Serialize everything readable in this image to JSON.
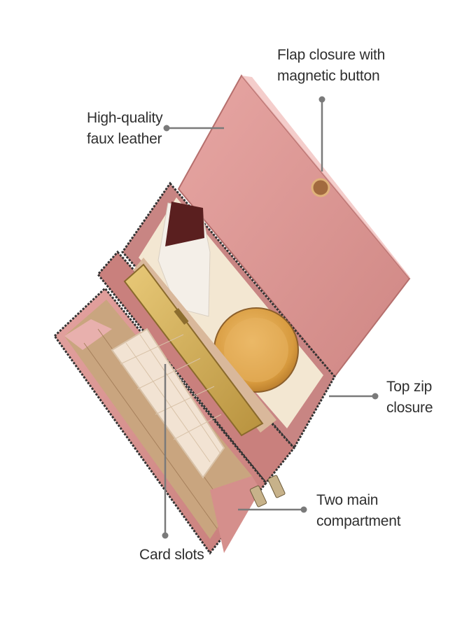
{
  "callouts": {
    "flap": {
      "line1": "Flap closure with",
      "line2": "magnetic button"
    },
    "faux_leather": {
      "line1": "High-quality",
      "line2": "faux leather"
    },
    "top_zip": {
      "line1": "Top zip",
      "line2": "closure"
    },
    "two_main": {
      "line1": "Two main",
      "line2": "compartment"
    },
    "card_slots": {
      "line1": "Card slots"
    }
  },
  "colors": {
    "pink_leather": "#d99391",
    "pink_shadow": "#c27776",
    "cream_lining": "#f2e6d0",
    "tan_lining": "#c9a27f",
    "zipper": "#3a3a3a",
    "pointer": "#7a7a7a"
  }
}
